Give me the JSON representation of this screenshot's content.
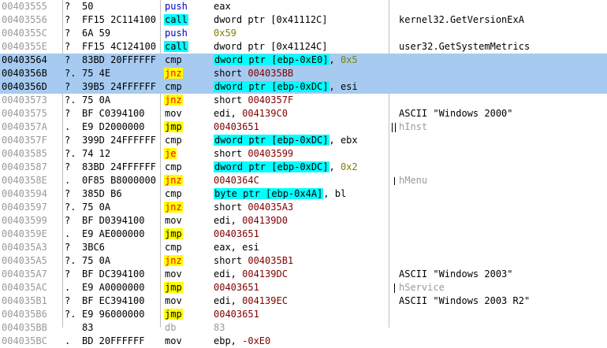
{
  "rows": [
    {
      "addr": "00403555",
      "mark": "?",
      "hex": "50",
      "mn": "push",
      "mc": "push",
      "ops": [
        {
          "t": "eax"
        }
      ],
      "cmt": ""
    },
    {
      "addr": "00403556",
      "mark": "?",
      "hex": "FF15 2C114100",
      "mn": "call",
      "mc": "call",
      "ops": [
        {
          "t": "dword ptr [0x41112C]"
        }
      ],
      "cmt": "kernel32.GetVersionExA"
    },
    {
      "addr": "0040355C",
      "mark": "?",
      "hex": "6A 59",
      "mn": "push",
      "mc": "push",
      "ops": [
        {
          "t": "0x59",
          "k": "hexv"
        }
      ],
      "cmt": ""
    },
    {
      "addr": "0040355E",
      "mark": "?",
      "hex": "FF15 4C124100",
      "mn": "call",
      "mc": "call",
      "ops": [
        {
          "t": "dword ptr [0x41124C]"
        }
      ],
      "cmt": "user32.GetSystemMetrics"
    },
    {
      "addr": "00403564",
      "mark": "?",
      "hex": "83BD 20FFFFFF",
      "mn": "cmp",
      "mc": "norm",
      "sel": true,
      "ops": [
        {
          "t": "dword ptr [ebp-0xE0]",
          "k": "mem"
        },
        {
          "t": ", "
        },
        {
          "t": "0x5",
          "k": "hexv"
        }
      ],
      "cmt": ""
    },
    {
      "addr": "0040356B",
      "mark": "?.",
      "hex": "75 4E",
      "mn": "jnz",
      "mc": "jcc",
      "sel": true,
      "ops": [
        {
          "t": "short "
        },
        {
          "t": "004035BB",
          "k": "jt"
        }
      ],
      "cmt": ""
    },
    {
      "addr": "0040356D",
      "mark": "?",
      "hex": "39B5 24FFFFFF",
      "mn": "cmp",
      "mc": "norm",
      "sel": true,
      "ops": [
        {
          "t": "dword ptr [ebp-0xDC]",
          "k": "mem"
        },
        {
          "t": ", esi"
        }
      ],
      "cmt": ""
    },
    {
      "addr": "00403573",
      "mark": "?.",
      "hex": "75 0A",
      "mn": "jnz",
      "mc": "jcc",
      "ops": [
        {
          "t": "short "
        },
        {
          "t": "0040357F",
          "k": "jt"
        }
      ],
      "cmt": ""
    },
    {
      "addr": "00403575",
      "mark": "?",
      "hex": "BF C0394100",
      "mn": "mov",
      "mc": "norm",
      "ops": [
        {
          "t": "edi, "
        },
        {
          "t": "004139C0",
          "k": "jt"
        }
      ],
      "cmt": "ASCII \"Windows 2000\""
    },
    {
      "addr": "0040357A",
      "mark": ".",
      "hex": "E9 D2000000",
      "mn": "jmp",
      "mc": "jmp",
      "ops": [
        {
          "t": "00403651",
          "k": "jt"
        }
      ],
      "cmt": "hInst",
      "cg": true
    },
    {
      "addr": "0040357F",
      "mark": "?",
      "hex": "399D 24FFFFFF",
      "mn": "cmp",
      "mc": "norm",
      "ops": [
        {
          "t": "dword ptr [ebp-0xDC]",
          "k": "mem"
        },
        {
          "t": ", ebx"
        }
      ],
      "cmt": ""
    },
    {
      "addr": "00403585",
      "mark": "?.",
      "hex": "74 12",
      "mn": "je",
      "mc": "jcc",
      "ops": [
        {
          "t": "short "
        },
        {
          "t": "00403599",
          "k": "jt"
        }
      ],
      "cmt": ""
    },
    {
      "addr": "00403587",
      "mark": "?",
      "hex": "83BD 24FFFFFF",
      "mn": "cmp",
      "mc": "norm",
      "ops": [
        {
          "t": "dword ptr [ebp-0xDC]",
          "k": "mem"
        },
        {
          "t": ", "
        },
        {
          "t": "0x2",
          "k": "hexv"
        }
      ],
      "cmt": ""
    },
    {
      "addr": "0040358E",
      "mark": ".",
      "hex": "0F85 B8000000",
      "mn": "jnz",
      "mc": "jcc",
      "ops": [
        {
          "t": "0040364C",
          "k": "jt"
        }
      ],
      "cmt": "hMenu",
      "cg": true
    },
    {
      "addr": "00403594",
      "mark": "?",
      "hex": "385D B6",
      "mn": "cmp",
      "mc": "norm",
      "ops": [
        {
          "t": "byte ptr [ebp-0x4A]",
          "k": "mem"
        },
        {
          "t": ", bl"
        }
      ],
      "cmt": ""
    },
    {
      "addr": "00403597",
      "mark": "?.",
      "hex": "75 0A",
      "mn": "jnz",
      "mc": "jcc",
      "ops": [
        {
          "t": "short "
        },
        {
          "t": "004035A3",
          "k": "jt"
        }
      ],
      "cmt": ""
    },
    {
      "addr": "00403599",
      "mark": "?",
      "hex": "BF D0394100",
      "mn": "mov",
      "mc": "norm",
      "ops": [
        {
          "t": "edi, "
        },
        {
          "t": "004139D0",
          "k": "jt"
        }
      ],
      "cmt": ""
    },
    {
      "addr": "0040359E",
      "mark": ".",
      "hex": "E9 AE000000",
      "mn": "jmp",
      "mc": "jmp",
      "ops": [
        {
          "t": "00403651",
          "k": "jt"
        }
      ],
      "cmt": ""
    },
    {
      "addr": "004035A3",
      "mark": "?",
      "hex": "3BC6",
      "mn": "cmp",
      "mc": "norm",
      "ops": [
        {
          "t": "eax, esi"
        }
      ],
      "cmt": ""
    },
    {
      "addr": "004035A5",
      "mark": "?.",
      "hex": "75 0A",
      "mn": "jnz",
      "mc": "jcc",
      "ops": [
        {
          "t": "short "
        },
        {
          "t": "004035B1",
          "k": "jt"
        }
      ],
      "cmt": ""
    },
    {
      "addr": "004035A7",
      "mark": "?",
      "hex": "BF DC394100",
      "mn": "mov",
      "mc": "norm",
      "ops": [
        {
          "t": "edi, "
        },
        {
          "t": "004139DC",
          "k": "jt"
        }
      ],
      "cmt": "ASCII \"Windows 2003\""
    },
    {
      "addr": "004035AC",
      "mark": ".",
      "hex": "E9 A0000000",
      "mn": "jmp",
      "mc": "jmp",
      "ops": [
        {
          "t": "00403651",
          "k": "jt"
        }
      ],
      "cmt": "hService",
      "cg": true
    },
    {
      "addr": "004035B1",
      "mark": "?",
      "hex": "BF EC394100",
      "mn": "mov",
      "mc": "norm",
      "ops": [
        {
          "t": "edi, "
        },
        {
          "t": "004139EC",
          "k": "jt"
        }
      ],
      "cmt": "ASCII \"Windows 2003 R2\""
    },
    {
      "addr": "004035B6",
      "mark": "?.",
      "hex": "E9 96000000",
      "mn": "jmp",
      "mc": "jmp",
      "ops": [
        {
          "t": "00403651",
          "k": "jt"
        }
      ],
      "cmt": ""
    },
    {
      "addr": "004035BB",
      "mark": "",
      "hex": "83",
      "mn": "db",
      "mc": "dim",
      "ops": [
        {
          "t": "83",
          "k": "dim"
        }
      ],
      "cmt": ""
    },
    {
      "addr": "004035BC",
      "mark": ".",
      "hex": "BD 20FFFFFF",
      "mn": "mov",
      "mc": "norm",
      "ops": [
        {
          "t": "ebp, "
        },
        {
          "t": "-0xE0",
          "k": "jt"
        }
      ],
      "cmt": ""
    }
  ],
  "colors": {
    "selection": "#a6caf0",
    "call_bg": "#00ffff",
    "jump_bg": "#ffff00",
    "cond_jump_text": "#ff0000",
    "push_text": "#0000c0",
    "jump_target": "#800000",
    "hex_const": "#808000",
    "address": "#9a9a9a"
  }
}
